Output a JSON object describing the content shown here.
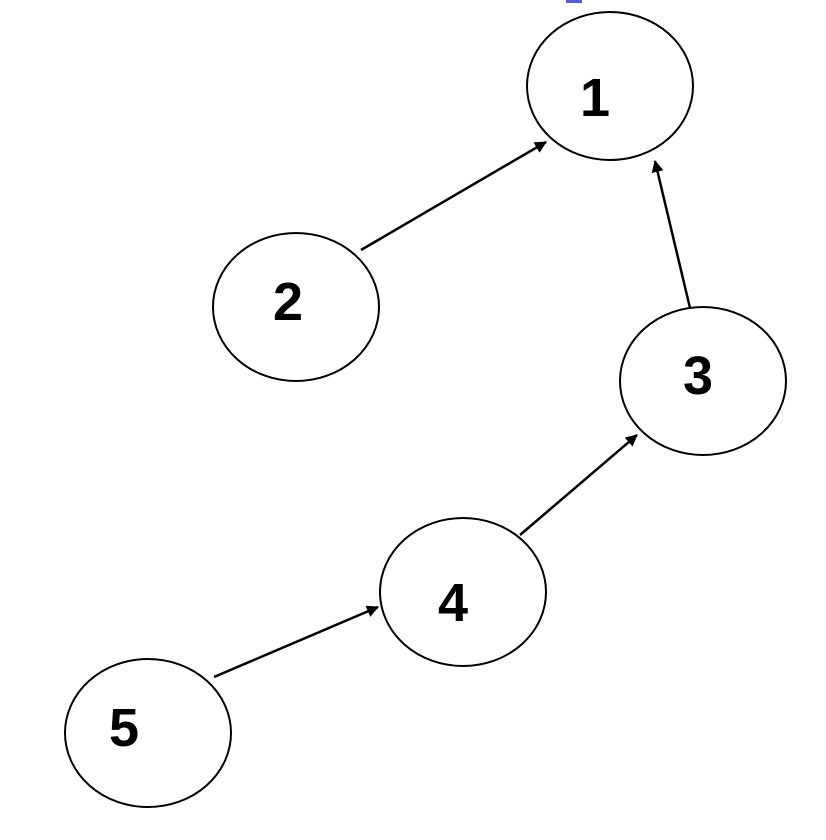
{
  "diagram": {
    "nodes": [
      {
        "id": "n1",
        "label": "1"
      },
      {
        "id": "n2",
        "label": "2"
      },
      {
        "id": "n3",
        "label": "3"
      },
      {
        "id": "n4",
        "label": "4"
      },
      {
        "id": "n5",
        "label": "5"
      }
    ],
    "edges": [
      {
        "from": "2",
        "to": "1"
      },
      {
        "from": "3",
        "to": "1"
      },
      {
        "from": "4",
        "to": "3"
      },
      {
        "from": "5",
        "to": "4"
      }
    ],
    "colors": {
      "stroke": "#000000",
      "fill": "#ffffff",
      "top_mark": "#5b5bd6"
    }
  }
}
